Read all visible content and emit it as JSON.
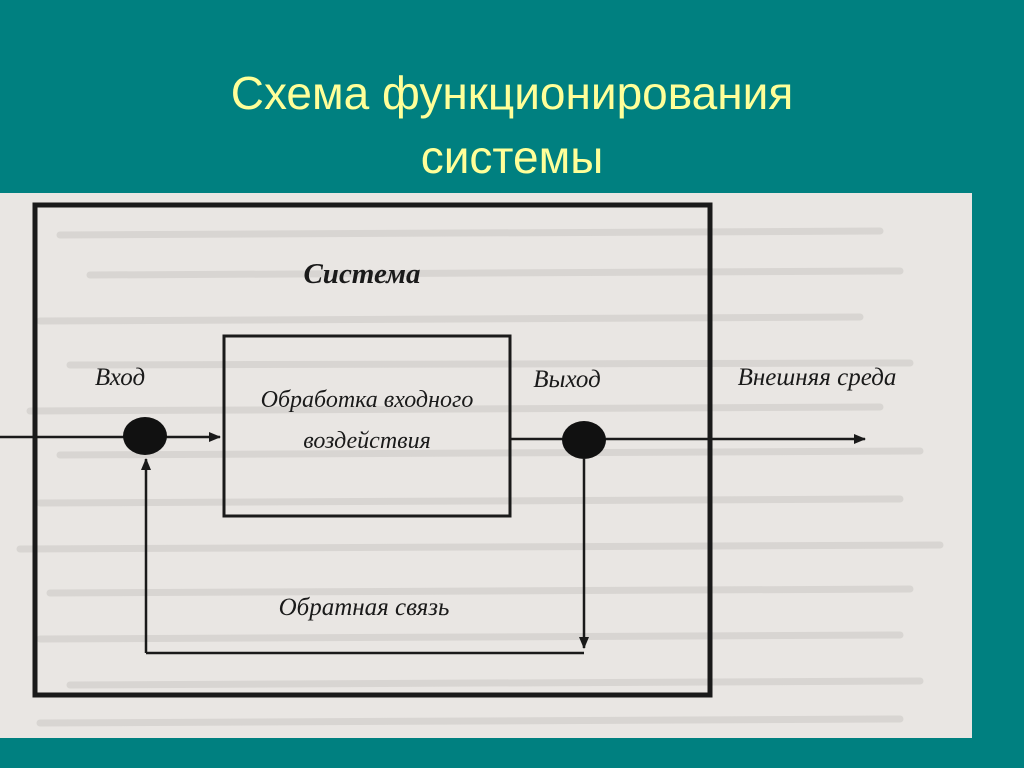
{
  "title": {
    "line1": "Схема функционирования",
    "line2": "системы"
  },
  "diagram": {
    "system_label": "Система",
    "process_line1": "Обработка входного",
    "process_line2": "воздействия",
    "input_label": "Вход",
    "output_label": "Выход",
    "environment_label": "Внешняя среда",
    "feedback_label": "Обратная связь"
  },
  "colors": {
    "background": "#008080",
    "title_text": "#ffff99",
    "panel": "#e9e6e3",
    "ink": "#1a1a1a"
  }
}
